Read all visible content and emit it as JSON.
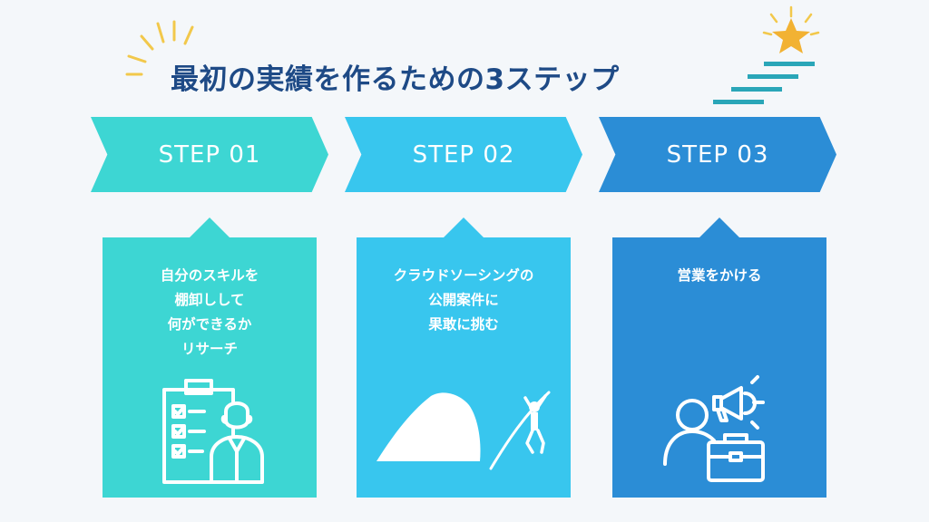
{
  "title": "最初の実績を作るための3ステップ",
  "colors": {
    "background": "#f4f7fa",
    "title": "#1e4a86",
    "step1": "#3dd6d3",
    "step2": "#38c6ee",
    "step3": "#2b8dd6",
    "star": "#f2b233",
    "stairs": "#2aa6b8"
  },
  "steps": [
    {
      "label": "STEP 01",
      "lines": [
        "自分のスキルを",
        "棚卸しして",
        "何ができるか",
        "リサーチ"
      ],
      "icon": "checklist-person-icon"
    },
    {
      "label": "STEP 02",
      "lines": [
        "クラウドソーシングの",
        "公開案件に",
        "果敢に挑む"
      ],
      "icon": "pole-vault-rock-icon"
    },
    {
      "label": "STEP 03",
      "lines": [
        "営業をかける"
      ],
      "icon": "person-megaphone-briefcase-icon"
    }
  ]
}
